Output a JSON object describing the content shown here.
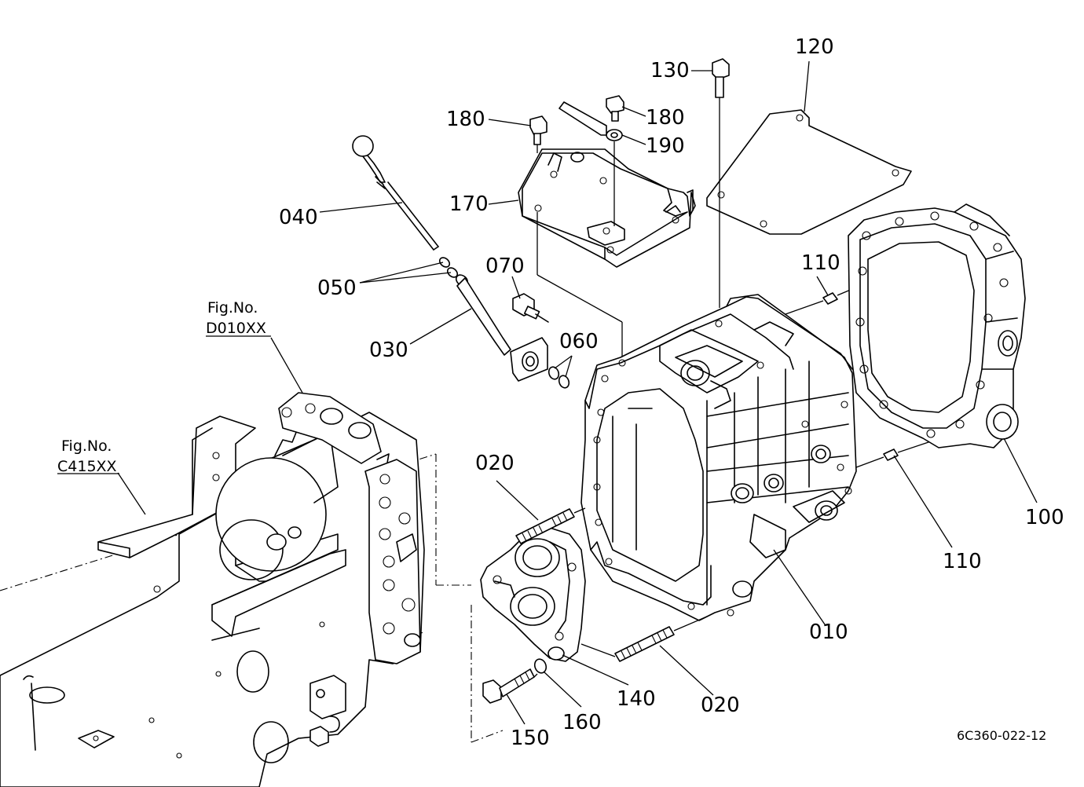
{
  "diagram": {
    "figure_code": "6C360-022-12",
    "cross_references": [
      {
        "key": "ref_d010",
        "line1": "Fig.No.",
        "line2": "D010XX"
      },
      {
        "key": "ref_c415",
        "line1": "Fig.No.",
        "line2": "C415XX"
      }
    ],
    "callouts": [
      {
        "key": "c010",
        "label": "010",
        "part": "transmission-case"
      },
      {
        "key": "c020a",
        "label": "020",
        "part": "stud-bolt-upper"
      },
      {
        "key": "c020b",
        "label": "020",
        "part": "stud-bolt-lower"
      },
      {
        "key": "c030",
        "label": "030",
        "part": "dipstick-guide-pipe"
      },
      {
        "key": "c040",
        "label": "040",
        "part": "dipstick"
      },
      {
        "key": "c050",
        "label": "050",
        "part": "o-rings"
      },
      {
        "key": "c060",
        "label": "060",
        "part": "o-rings"
      },
      {
        "key": "c070",
        "label": "070",
        "part": "plug"
      },
      {
        "key": "c100",
        "label": "100",
        "part": "rear-cover"
      },
      {
        "key": "c110a",
        "label": "110",
        "part": "dowel-pin-upper"
      },
      {
        "key": "c110b",
        "label": "110",
        "part": "dowel-pin-lower"
      },
      {
        "key": "c120",
        "label": "120",
        "part": "cover-plate"
      },
      {
        "key": "c130",
        "label": "130",
        "part": "bolt"
      },
      {
        "key": "c140",
        "label": "140",
        "part": "bearing-holder"
      },
      {
        "key": "c150",
        "label": "150",
        "part": "bolt"
      },
      {
        "key": "c160",
        "label": "160",
        "part": "spring-washer"
      },
      {
        "key": "c170",
        "label": "170",
        "part": "bracket"
      },
      {
        "key": "c180a",
        "label": "180",
        "part": "bolt"
      },
      {
        "key": "c180b",
        "label": "180",
        "part": "bolt"
      },
      {
        "key": "c190",
        "label": "190",
        "part": "washer"
      }
    ]
  }
}
